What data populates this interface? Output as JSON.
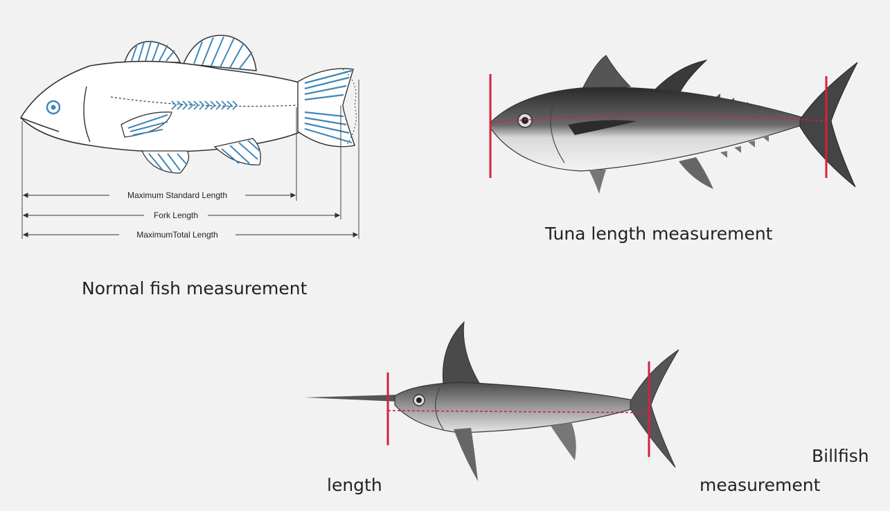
{
  "colors": {
    "background": "#f2f2f2",
    "measure_line": "#d4213d",
    "fin_blue": "#3f86b8",
    "ink": "#222222"
  },
  "normal_fish": {
    "caption": "Normal fish measurement",
    "dimensions": [
      {
        "label": "Maximum Standard Length"
      },
      {
        "label": "Fork Length"
      },
      {
        "label": "MaximumTotal Length"
      }
    ]
  },
  "tuna": {
    "caption": "Tuna length measurement"
  },
  "billfish": {
    "caption_parts": [
      "Billfish",
      "length",
      "measurement"
    ]
  }
}
